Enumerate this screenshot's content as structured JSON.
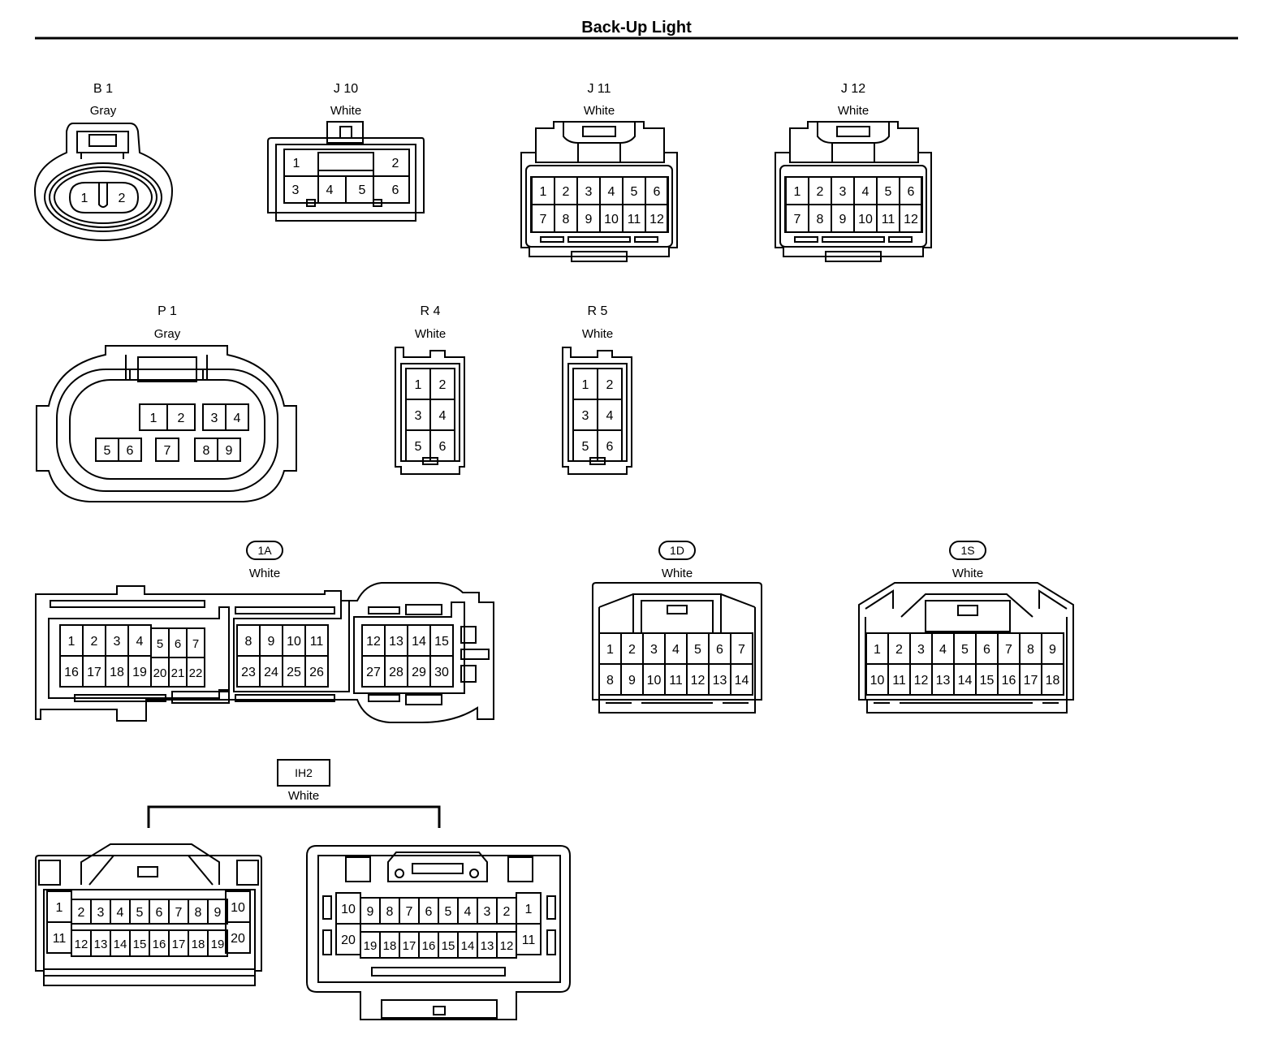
{
  "title": "Back-Up Light",
  "connectors": {
    "b1": {
      "name": "B 1",
      "color": "Gray",
      "pins": [
        "1",
        "2"
      ]
    },
    "j10": {
      "name": "J 10",
      "color": "White",
      "pins": [
        "1",
        "2",
        "3",
        "4",
        "5",
        "6"
      ]
    },
    "j11": {
      "name": "J 11",
      "color": "White",
      "pins": [
        "1",
        "2",
        "3",
        "4",
        "5",
        "6",
        "7",
        "8",
        "9",
        "10",
        "11",
        "12"
      ]
    },
    "j12": {
      "name": "J 12",
      "color": "White",
      "pins": [
        "1",
        "2",
        "3",
        "4",
        "5",
        "6",
        "7",
        "8",
        "9",
        "10",
        "11",
        "12"
      ]
    },
    "p1": {
      "name": "P 1",
      "color": "Gray",
      "pins": [
        "1",
        "2",
        "3",
        "4",
        "5",
        "6",
        "7",
        "8",
        "9"
      ]
    },
    "r4": {
      "name": "R 4",
      "color": "White",
      "pins": [
        "1",
        "2",
        "3",
        "4",
        "5",
        "6"
      ]
    },
    "r5": {
      "name": "R 5",
      "color": "White",
      "pins": [
        "1",
        "2",
        "3",
        "4",
        "5",
        "6"
      ]
    },
    "c1a": {
      "name": "1A",
      "color": "White",
      "pins": [
        "1",
        "2",
        "3",
        "4",
        "5",
        "6",
        "7",
        "8",
        "9",
        "10",
        "11",
        "12",
        "13",
        "14",
        "15",
        "16",
        "17",
        "18",
        "19",
        "20",
        "21",
        "22",
        "23",
        "24",
        "25",
        "26",
        "27",
        "28",
        "29",
        "30"
      ]
    },
    "c1d": {
      "name": "1D",
      "color": "White",
      "pins": [
        "1",
        "2",
        "3",
        "4",
        "5",
        "6",
        "7",
        "8",
        "9",
        "10",
        "11",
        "12",
        "13",
        "14"
      ]
    },
    "c1s": {
      "name": "1S",
      "color": "White",
      "pins": [
        "1",
        "2",
        "3",
        "4",
        "5",
        "6",
        "7",
        "8",
        "9",
        "10",
        "11",
        "12",
        "13",
        "14",
        "15",
        "16",
        "17",
        "18"
      ]
    },
    "ih2": {
      "name": "IH2",
      "color": "White",
      "pins": [
        "1",
        "2",
        "3",
        "4",
        "5",
        "6",
        "7",
        "8",
        "9",
        "10",
        "11",
        "12",
        "13",
        "14",
        "15",
        "16",
        "17",
        "18",
        "19",
        "20"
      ]
    }
  }
}
